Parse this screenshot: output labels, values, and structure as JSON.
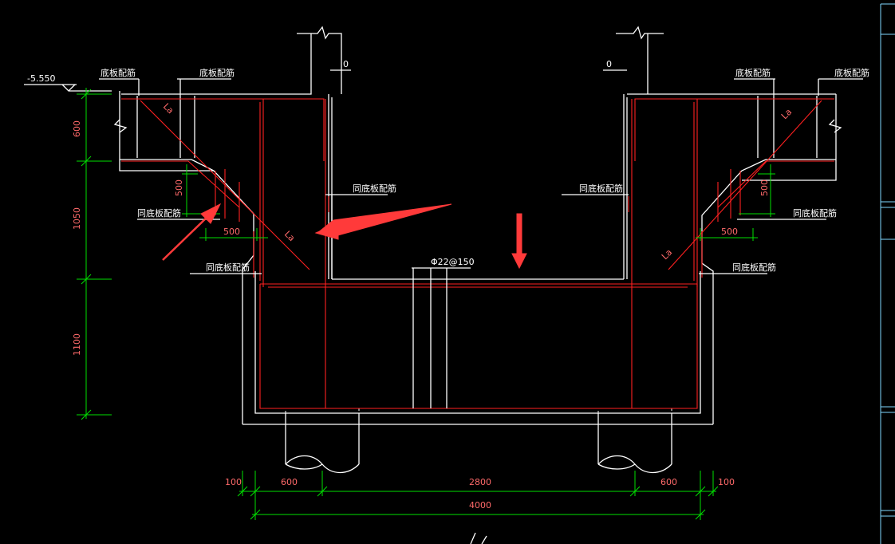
{
  "colors": {
    "background": "#000000",
    "outline": "#ffffff",
    "rebar": "#ff2020",
    "dimension_line": "#00e000",
    "dimension_text": "#ff6a6a",
    "annotation_arrow": "#ff3a3a"
  },
  "elevation": {
    "value": "-5.550"
  },
  "labels": {
    "bottom_rebar": "底板配筋",
    "same_as_bottom_rebar": "同底板配筋",
    "zero_mark": "0",
    "lap_length": "La",
    "main_rebar": "Φ22@150"
  },
  "dimensions": {
    "vertical": {
      "d600": "600",
      "d1050": "1050",
      "d1100": "1100"
    },
    "haunch": {
      "d500_left_v": "500",
      "d500_left_h": "500",
      "d500_right_v": "500",
      "d500_right_h": "500"
    },
    "horizontal": {
      "d100_left": "100",
      "d600_left": "600",
      "d2800": "2800",
      "d600_right": "600",
      "d100_right": "100",
      "d4000": "4000"
    }
  }
}
